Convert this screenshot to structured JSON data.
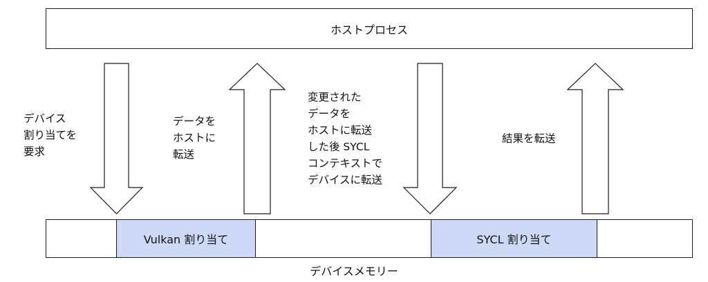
{
  "host_process": {
    "label": "ホストプロセス"
  },
  "device_memory": {
    "label": "デバイスメモリー",
    "vulkan_allocation": "Vulkan 割り当て",
    "sycl_allocation": "SYCL 割り当て"
  },
  "steps": [
    {
      "direction": "down",
      "text": "デバイス\n割り当てを\n要求"
    },
    {
      "direction": "up",
      "text": "データを\nホストに\n転送"
    },
    {
      "direction": "down",
      "text": "変更された\nデータを\nホストに転送\nした後 SYCL\nコンテキストで\nデバイスに転送"
    },
    {
      "direction": "up",
      "text": "結果を転送"
    }
  ],
  "colors": {
    "allocation_fill": "#cdd9f6",
    "stroke": "#1a1a1a",
    "background": "#ffffff"
  }
}
